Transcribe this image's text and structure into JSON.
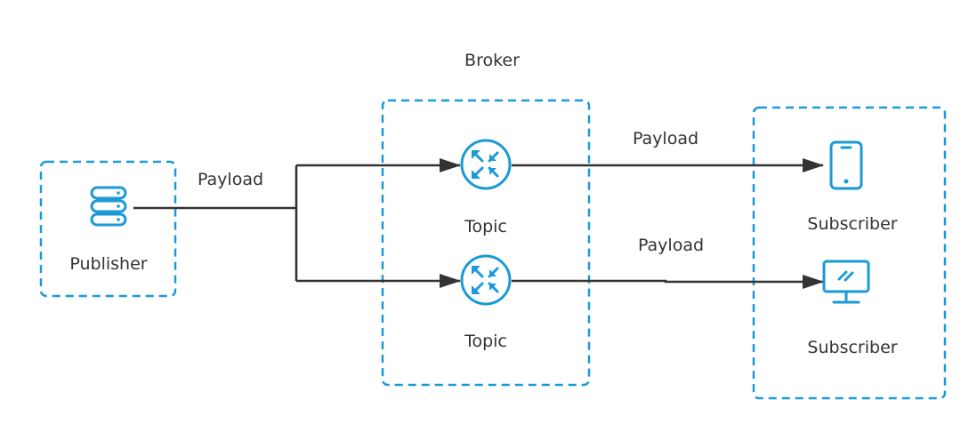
{
  "colors": {
    "accent": "#1a9ad6",
    "line": "#333333",
    "text": "#333333",
    "background": "#ffffff"
  },
  "broker": {
    "label": "Broker"
  },
  "publisher": {
    "label": "Publisher",
    "icon": "server-stack-icon"
  },
  "topics": [
    {
      "label": "Topic",
      "icon": "router-icon"
    },
    {
      "label": "Topic",
      "icon": "router-icon"
    }
  ],
  "subscribers": [
    {
      "label": "Subscriber",
      "icon": "smartphone-icon"
    },
    {
      "label": "Subscriber",
      "icon": "monitor-icon"
    }
  ],
  "flows": {
    "publisher_to_broker": "Payload",
    "topic1_to_subscriber": "Payload",
    "topic2_to_subscriber": "Payload"
  }
}
